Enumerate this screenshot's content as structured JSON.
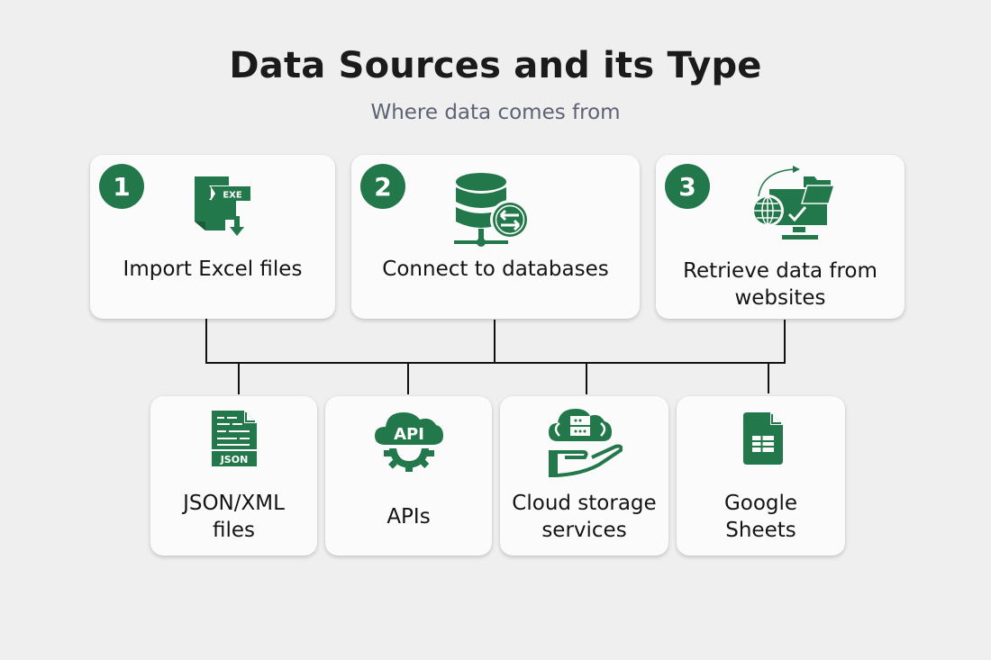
{
  "header": {
    "title": "Data Sources and its Type",
    "subtitle": "Where data comes from"
  },
  "colors": {
    "accent": "#22784a",
    "background": "#efefef",
    "card": "#fbfbfb",
    "connector": "#111111"
  },
  "top_cards": [
    {
      "number": "1",
      "label": "Import Excel files",
      "icon": "excel-file-download-icon",
      "icon_text": "EXE"
    },
    {
      "number": "2",
      "label": "Connect to databases",
      "icon": "database-sync-icon"
    },
    {
      "number": "3",
      "label_line1": "Retrieve data from",
      "label_line2": "websites",
      "icon": "web-globe-monitor-icon"
    }
  ],
  "bottom_cards": [
    {
      "label_line1": "JSON/XML",
      "label_line2": "files",
      "icon": "json-file-icon",
      "icon_text": "JSON"
    },
    {
      "label": "APIs",
      "icon": "api-cloud-gear-icon",
      "icon_text": "API"
    },
    {
      "label_line1": "Cloud storage",
      "label_line2": "services",
      "icon": "cloud-storage-hand-icon"
    },
    {
      "label_line1": "Google",
      "label_line2": "Sheets",
      "icon": "google-sheets-icon"
    }
  ]
}
